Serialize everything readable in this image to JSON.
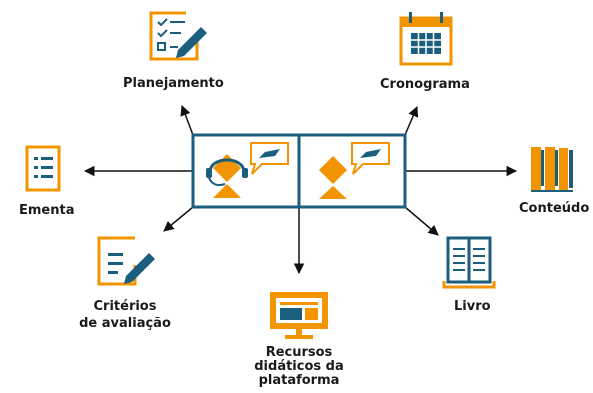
{
  "colors": {
    "accent": "#F29400",
    "primary": "#1B5E7D",
    "line": "#111111",
    "text": "#1a1a1a"
  },
  "center": {
    "left_icon": "teacher-with-headset-speech-icon",
    "right_icon": "student-speech-icon"
  },
  "nodes": {
    "planejamento": {
      "label": "Planejamento",
      "icon": "checklist-pencil-icon"
    },
    "cronograma": {
      "label": "Cronograma",
      "icon": "calendar-icon"
    },
    "ementa": {
      "label": "Ementa",
      "icon": "list-document-icon"
    },
    "conteudo": {
      "label": "Conteúdo",
      "icon": "books-icon"
    },
    "criterios": {
      "label_line1": "Critérios",
      "label_line2": "de avaliação",
      "icon": "document-pencil-icon"
    },
    "livro": {
      "label": "Livro",
      "icon": "open-book-icon"
    },
    "recursos": {
      "label_line1": "Recursos",
      "label_line2": "didáticos da",
      "label_line3": "plataforma",
      "icon": "monitor-icon"
    }
  }
}
